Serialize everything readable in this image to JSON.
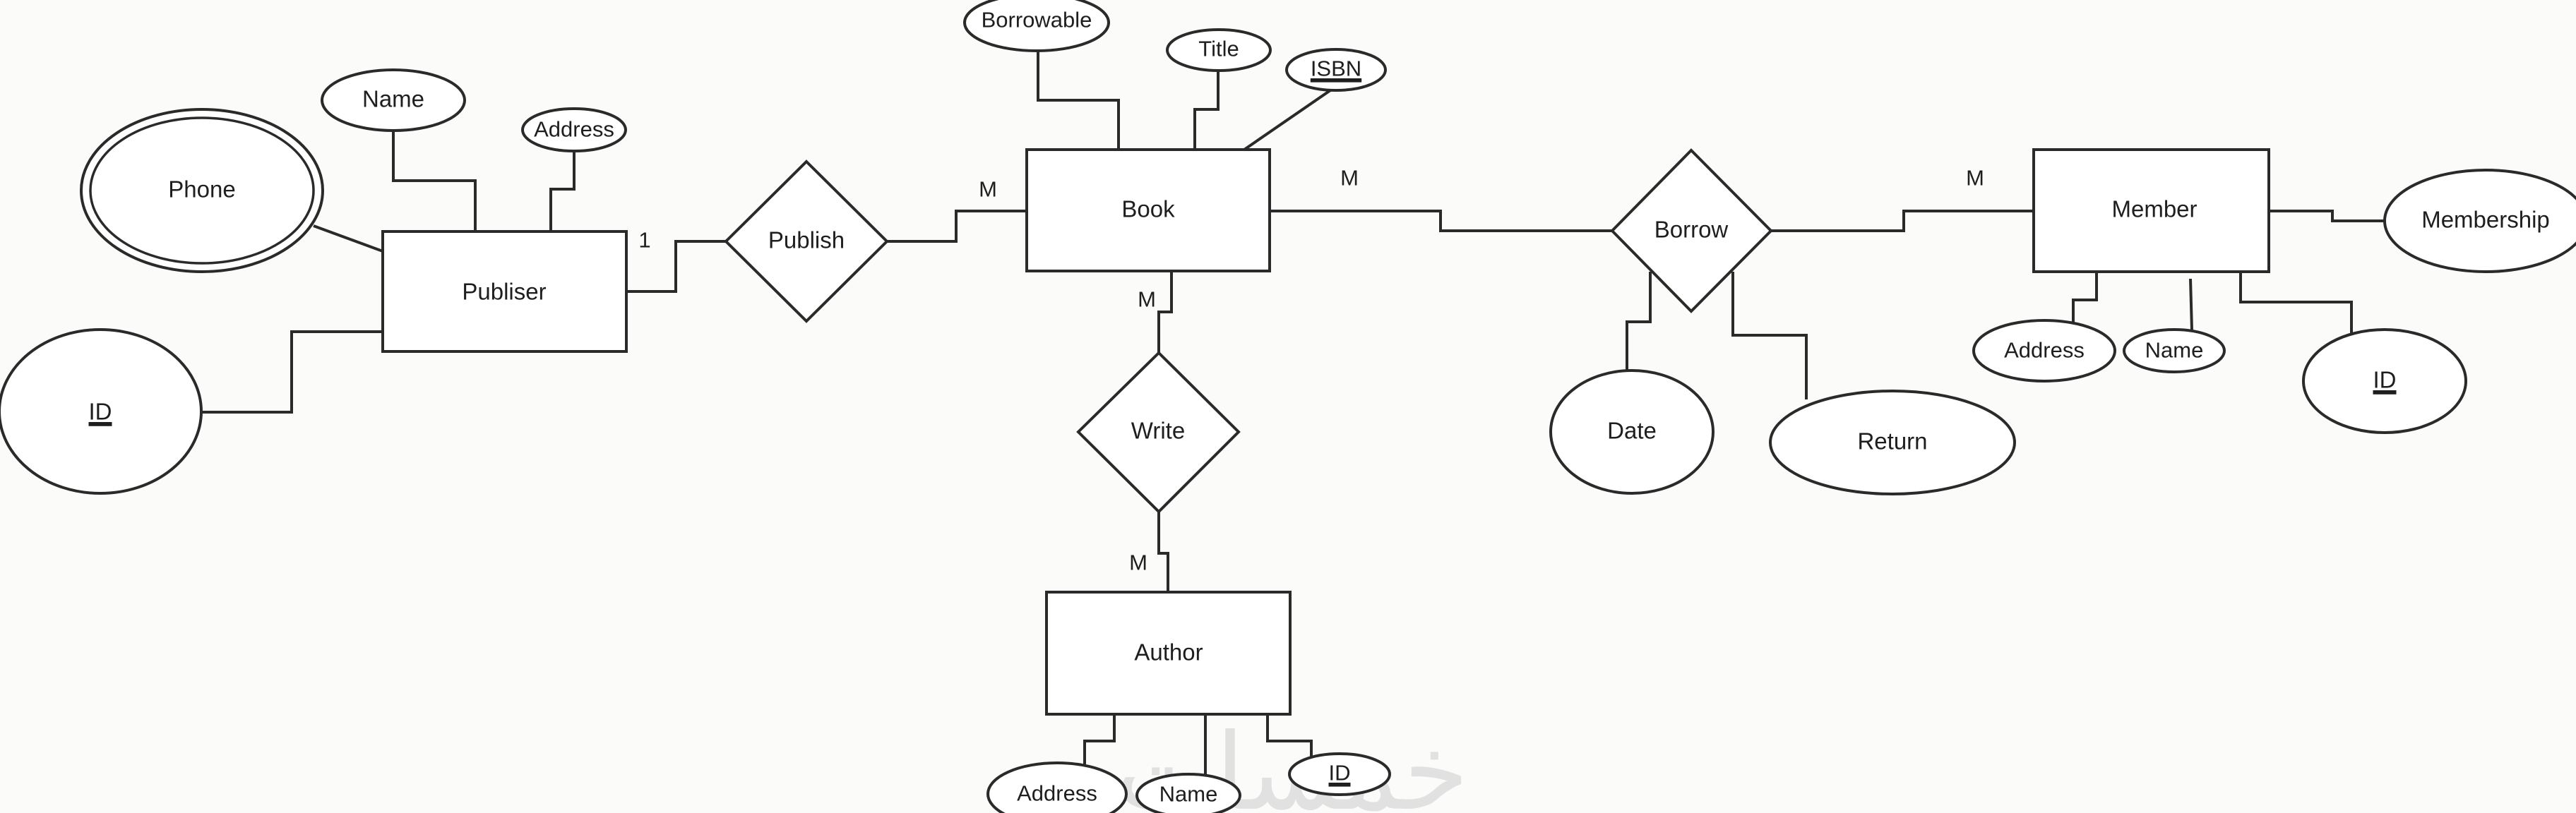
{
  "diagram": {
    "type": "ER diagram",
    "entities": {
      "publisher": {
        "label": "Publiser",
        "attributes": {
          "name": "Name",
          "address": "Address",
          "phone": "Phone",
          "id": "ID"
        }
      },
      "book": {
        "label": "Book",
        "attributes": {
          "borrowable": "Borrowable",
          "title": "Title",
          "isbn": "ISBN"
        }
      },
      "author": {
        "label": "Author",
        "attributes": {
          "address": "Address",
          "name": "Name",
          "id": "ID"
        }
      },
      "member": {
        "label": "Member",
        "attributes": {
          "membership": "Membership",
          "address": "Address",
          "name": "Name",
          "id": "ID"
        }
      }
    },
    "relationships": {
      "publish": {
        "label": "Publish",
        "card_publisher": "1",
        "card_book": "M"
      },
      "write": {
        "label": "Write",
        "card_book": "M",
        "card_author": "M"
      },
      "borrow": {
        "label": "Borrow",
        "card_book": "M",
        "card_member": "M",
        "attributes": {
          "date": "Date",
          "return": "Return"
        }
      }
    },
    "key_attributes": [
      "publisher.id",
      "book.isbn",
      "author.id",
      "member.id"
    ],
    "multivalued_attributes": [
      "publisher.phone"
    ]
  },
  "watermark": {
    "text": "خمسات"
  }
}
